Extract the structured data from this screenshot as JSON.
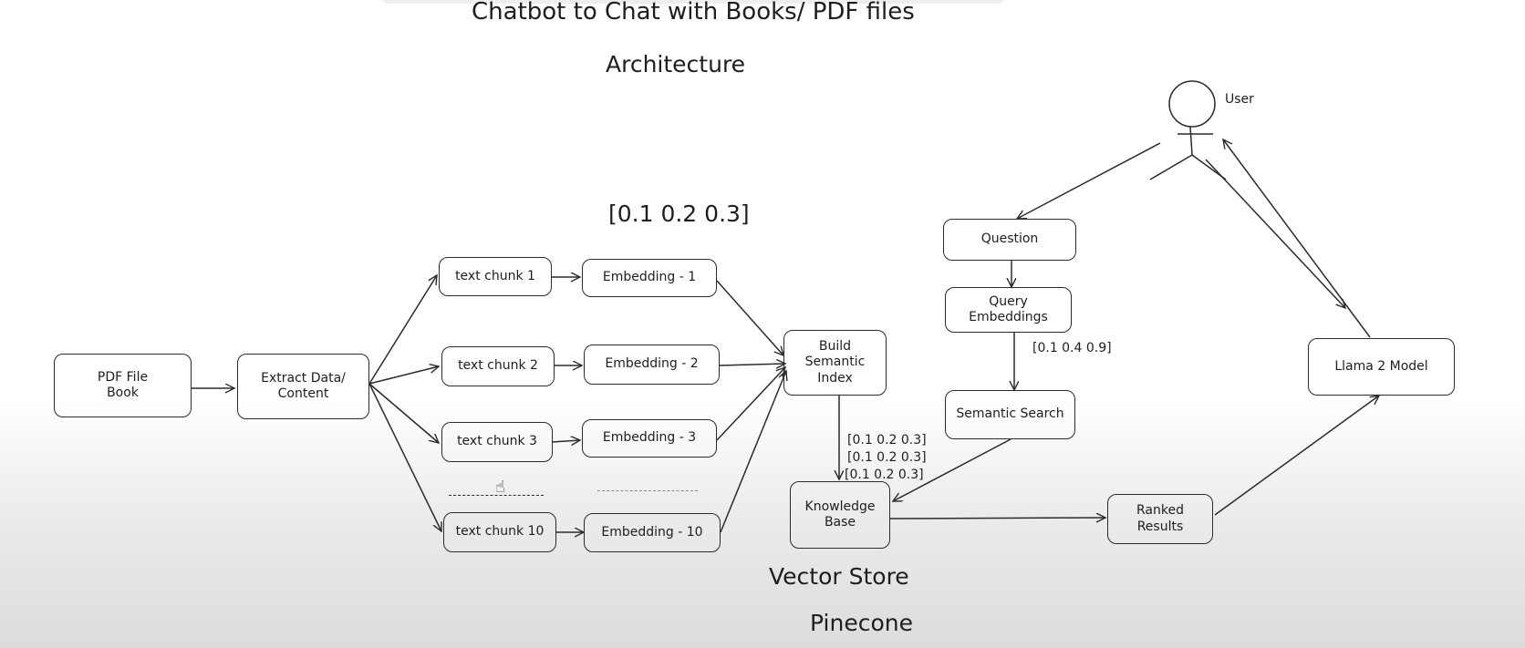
{
  "title": "Chatbot to Chat with Books/ PDF files",
  "subtitle": "Architecture",
  "vector_example": "[0.1 0.2 0.3]",
  "nodes": {
    "pdf_file": "PDF File\nBook",
    "extract": "Extract Data/\nContent",
    "chunk1": "text chunk 1",
    "chunk2": "text chunk 2",
    "chunk3": "text chunk 3",
    "chunk10": "text chunk 10",
    "emb1": "Embedding - 1",
    "emb2": "Embedding - 2",
    "emb3": "Embedding - 3",
    "emb10": "Embedding - 10",
    "build_index": "Build\nSemantic\nIndex",
    "knowledge_base": "Knowledge\nBase",
    "question": "Question",
    "query_embeddings": "Query Embeddings",
    "semantic_search": "Semantic Search",
    "ranked_results": "Ranked\nResults",
    "llama": "Llama 2 Model"
  },
  "user_label": "User",
  "query_vector": "[0.1 0.4 0.9]",
  "kb_vectors": [
    "[0.1 0.2 0.3]",
    "[0.1 0.2 0.3]",
    "[0.1 0.2 0.3]"
  ],
  "vector_store_label": "Vector Store",
  "pinecone_label": "Pinecone",
  "colors": {
    "stroke": "#2b2b2b",
    "background_bottom": "#dcdcdc"
  },
  "icons": [
    "hand-cursor-icon",
    "user-stick-figure-icon"
  ]
}
